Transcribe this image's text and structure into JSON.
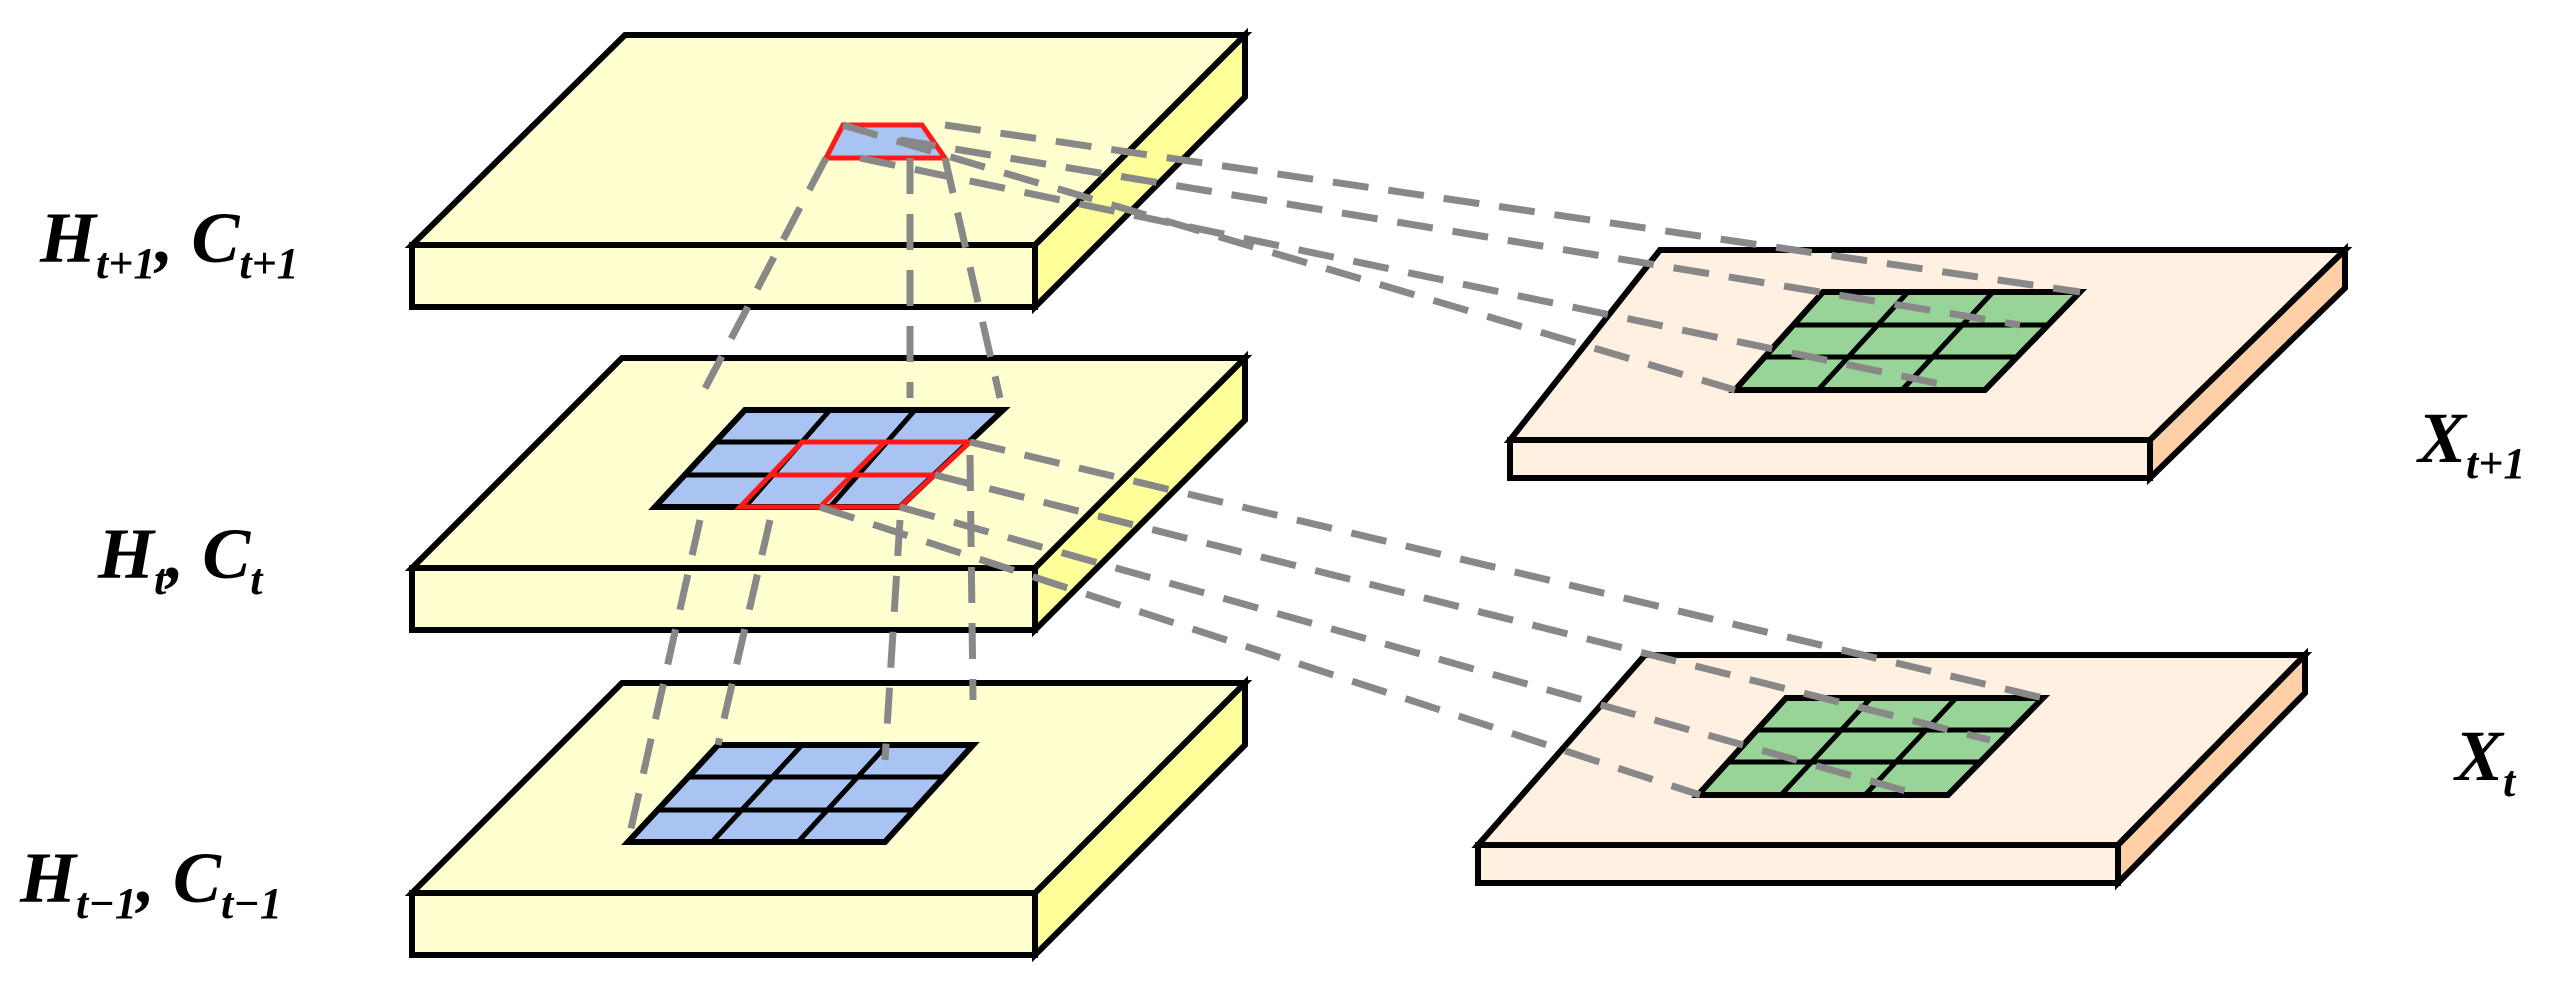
{
  "labels": {
    "top": {
      "h": "H",
      "h_sub": "t+1",
      "sep": ", ",
      "c": "C",
      "c_sub": "t+1"
    },
    "mid": {
      "h": "H",
      "h_sub": "t",
      "sep": ", ",
      "c": "C",
      "c_sub": "t"
    },
    "bot": {
      "h": "H",
      "h_sub": "t−1",
      "sep": ", ",
      "c": "C",
      "c_sub": "t−1"
    },
    "x_next": {
      "x": "X",
      "x_sub": "t+1"
    },
    "x_cur": {
      "x": "X",
      "x_sub": "t"
    }
  },
  "colors": {
    "hidden_top": "#ffffd0",
    "hidden_side": "#ffff99",
    "input_top": "#fff0e2",
    "input_side": "#ffd0a8",
    "kernel_blue": "#a9c4f2",
    "kernel_green": "#98d497",
    "highlight": "#ff1a1a",
    "dashes": "#888888"
  }
}
